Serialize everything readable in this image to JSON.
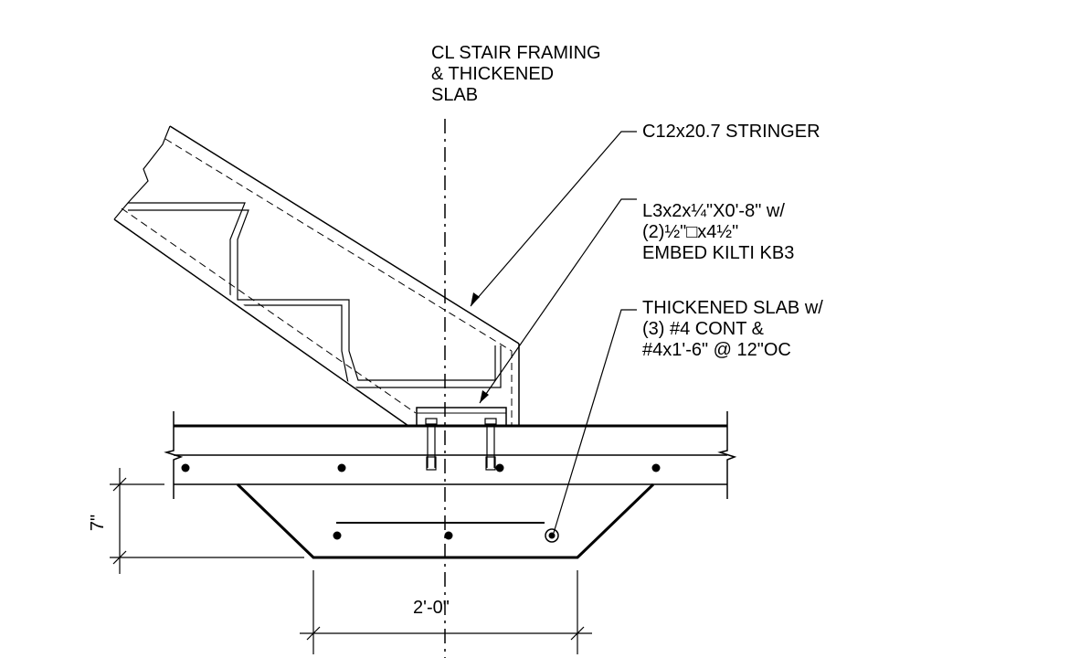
{
  "labels": {
    "cl": [
      "CL STAIR FRAMING",
      "& THICKENED",
      "SLAB"
    ],
    "stringer": [
      "C12x20.7 STRINGER"
    ],
    "angle": [
      "L3x2x¼\"X0'-8\" w/",
      "(2)½\"□x4½\"",
      "EMBED KILTI KB3"
    ],
    "slab": [
      "THICKENED SLAB w/",
      "(3) #4 CONT &",
      "#4x1'-6\" @ 12\"OC"
    ]
  },
  "dimensions": {
    "depth": "7\"",
    "width": "2'-0\""
  }
}
